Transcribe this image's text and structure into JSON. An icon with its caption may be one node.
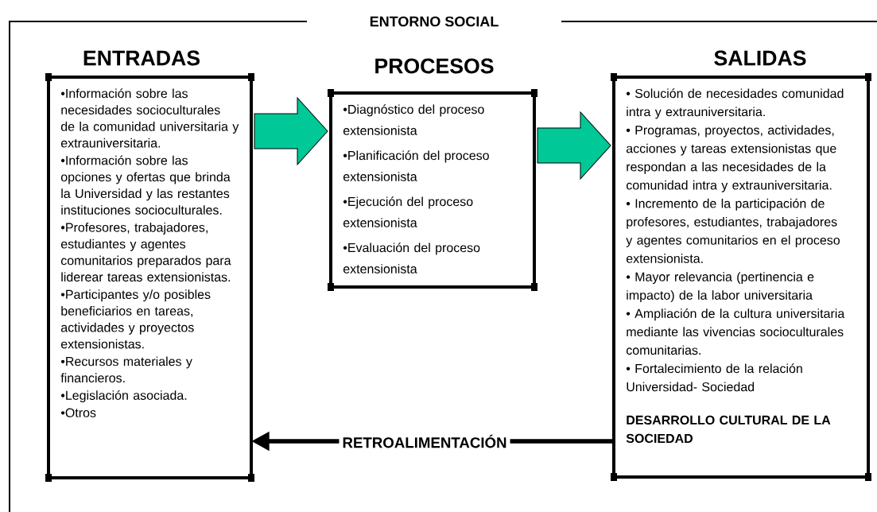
{
  "diagram": {
    "nodes": [
      {
        "text": [
          "ENTORNO SOCIAL"
        ]
      },
      {
        "text": [
          "ENTRADAS",
          "•Información sobre las necesidades socioculturales de la comunidad universitaria y extrauniversitaria.",
          "•Información sobre las opciones y ofertas que brinda la Universidad y las restantes instituciones socioculturales.",
          "•Profesores, trabajadores, estudiantes y agentes comunitarios preparados para liderear tareas extensionistas.",
          "•Participantes y/o posibles beneficiarios en tareas, actividades y proyectos extensionistas.",
          "•Recursos materiales y financieros.",
          "•Legislación asociada.",
          "•Otros"
        ],
        "in": 0
      },
      {
        "text": [
          "PROCESOS",
          "•Diagnóstico del proceso extensionista",
          "•Planificación del proceso extensionista",
          "•Ejecución del proceso extensionista",
          "•Evaluación del proceso extensionista"
        ],
        "in": 0
      },
      {
        "text": [
          "SALIDAS",
          "• Solución de necesidades comunidad intra y extrauniversitaria.",
          "• Programas, proyectos, actividades, acciones y tareas extensionistas que respondan a las necesidades de la comunidad intra y extrauniversitaria.",
          "• Incremento de la participación de profesores, estudiantes, trabajadores y agentes comunitarios en el proceso extensionista.",
          "• Mayor relevancia (pertinencia e impacto) de la labor universitaria",
          "• Ampliación de la cultura universitaria mediante las vivencias socioculturales comunitarias.",
          "• Fortalecimiento de la relación Universidad- Sociedad",
          "DESARROLLO CULTURAL DE LA SOCIEDAD"
        ],
        "in": 0
      }
    ],
    "edges": [
      {
        "from": 1,
        "to": 2,
        "arrow": "to",
        "color": "#00c896"
      },
      {
        "from": 2,
        "to": 3,
        "arrow": "to",
        "color": "#00c896"
      },
      {
        "from": 3,
        "to": 1,
        "arrow": "to",
        "label": "RETROALIMENTACIÓN"
      }
    ]
  }
}
